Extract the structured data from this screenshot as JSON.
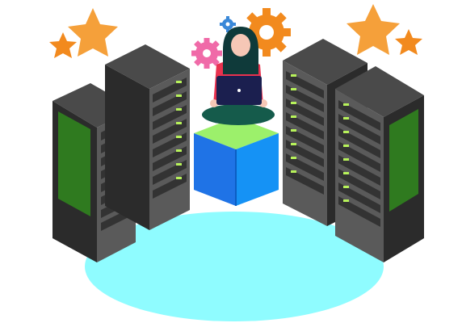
{
  "scene": {
    "subject": "woman-with-laptop-seated-on-cube",
    "racks": [
      "rack-far-left",
      "rack-center-left",
      "rack-center-right",
      "rack-far-right"
    ],
    "icons": [
      "star-icon",
      "gear-icon",
      "laptop-icon",
      "person-icon",
      "server-rack-icon"
    ]
  },
  "colors": {
    "floor": "#8ffcff",
    "rack_side": "#2b2b2b",
    "rack_front": "#5a5a5a",
    "rack_top": "#4a4a4a",
    "led_green": "#b7f25a",
    "glass_green": "#2f7a1f",
    "cube_blue": "#1f73e6",
    "cube_light": "#1592f5",
    "cube_top": "#9cf06b",
    "star_orange": "#f5a03a",
    "gear_orange": "#f28a1e",
    "gear_pink": "#f06aa8",
    "gear_blue": "#3a88d8",
    "shirt_red": "#e8324f",
    "pants_green": "#155b4b",
    "hair_dark": "#0f3a3a",
    "skin": "#f6c7b6",
    "laptop": "#1b1f4f"
  }
}
